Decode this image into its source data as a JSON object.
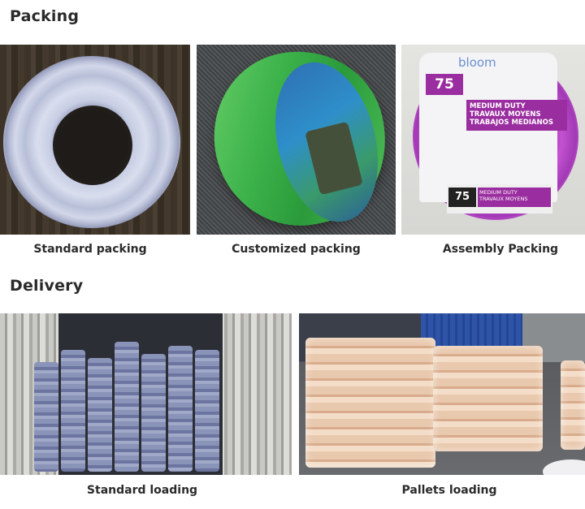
{
  "packing": {
    "title": "Packing",
    "items": [
      {
        "caption": "Standard packing",
        "image_alt": "Coil of clear braided PVC hose on wooden surface"
      },
      {
        "caption": "Customized packing",
        "image_alt": "Green hose roll shrink-wrapped with blue printed label"
      },
      {
        "caption": "Assembly Packing",
        "image_alt": "Purple bloom garden hose with label",
        "label": {
          "brand": "bloom",
          "length": "75",
          "tag_length": "75",
          "lines": [
            "MEDIUM DUTY",
            "TRAVAUX MOYENS",
            "TRABAJOS MEDIANOS"
          ]
        }
      }
    ]
  },
  "delivery": {
    "title": "Delivery",
    "items": [
      {
        "caption": "Standard loading",
        "image_alt": "Shipping container loaded with stacked hose coils"
      },
      {
        "caption": "Pallets loading",
        "image_alt": "Shrink-wrapped hose coils on wooden pallets near trucks"
      }
    ]
  }
}
